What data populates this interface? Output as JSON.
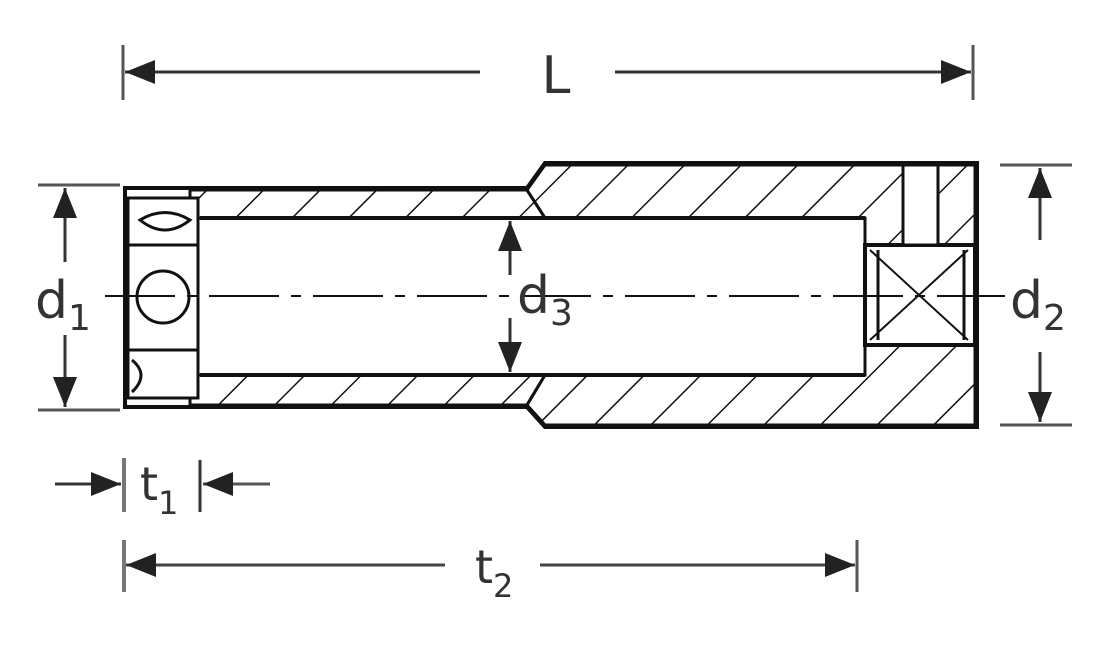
{
  "title": "Deep socket dimension drawing",
  "colors": {
    "line": "#111111",
    "dim_line": "#333333",
    "background": "#ffffff"
  },
  "dimensions": {
    "L": {
      "main": "L",
      "sub": ""
    },
    "d1": {
      "main": "d",
      "sub": "1"
    },
    "d2": {
      "main": "d",
      "sub": "2"
    },
    "d3": {
      "main": "d",
      "sub": "3"
    },
    "t1": {
      "main": "t",
      "sub": "1"
    },
    "t2": {
      "main": "t",
      "sub": "2"
    }
  }
}
